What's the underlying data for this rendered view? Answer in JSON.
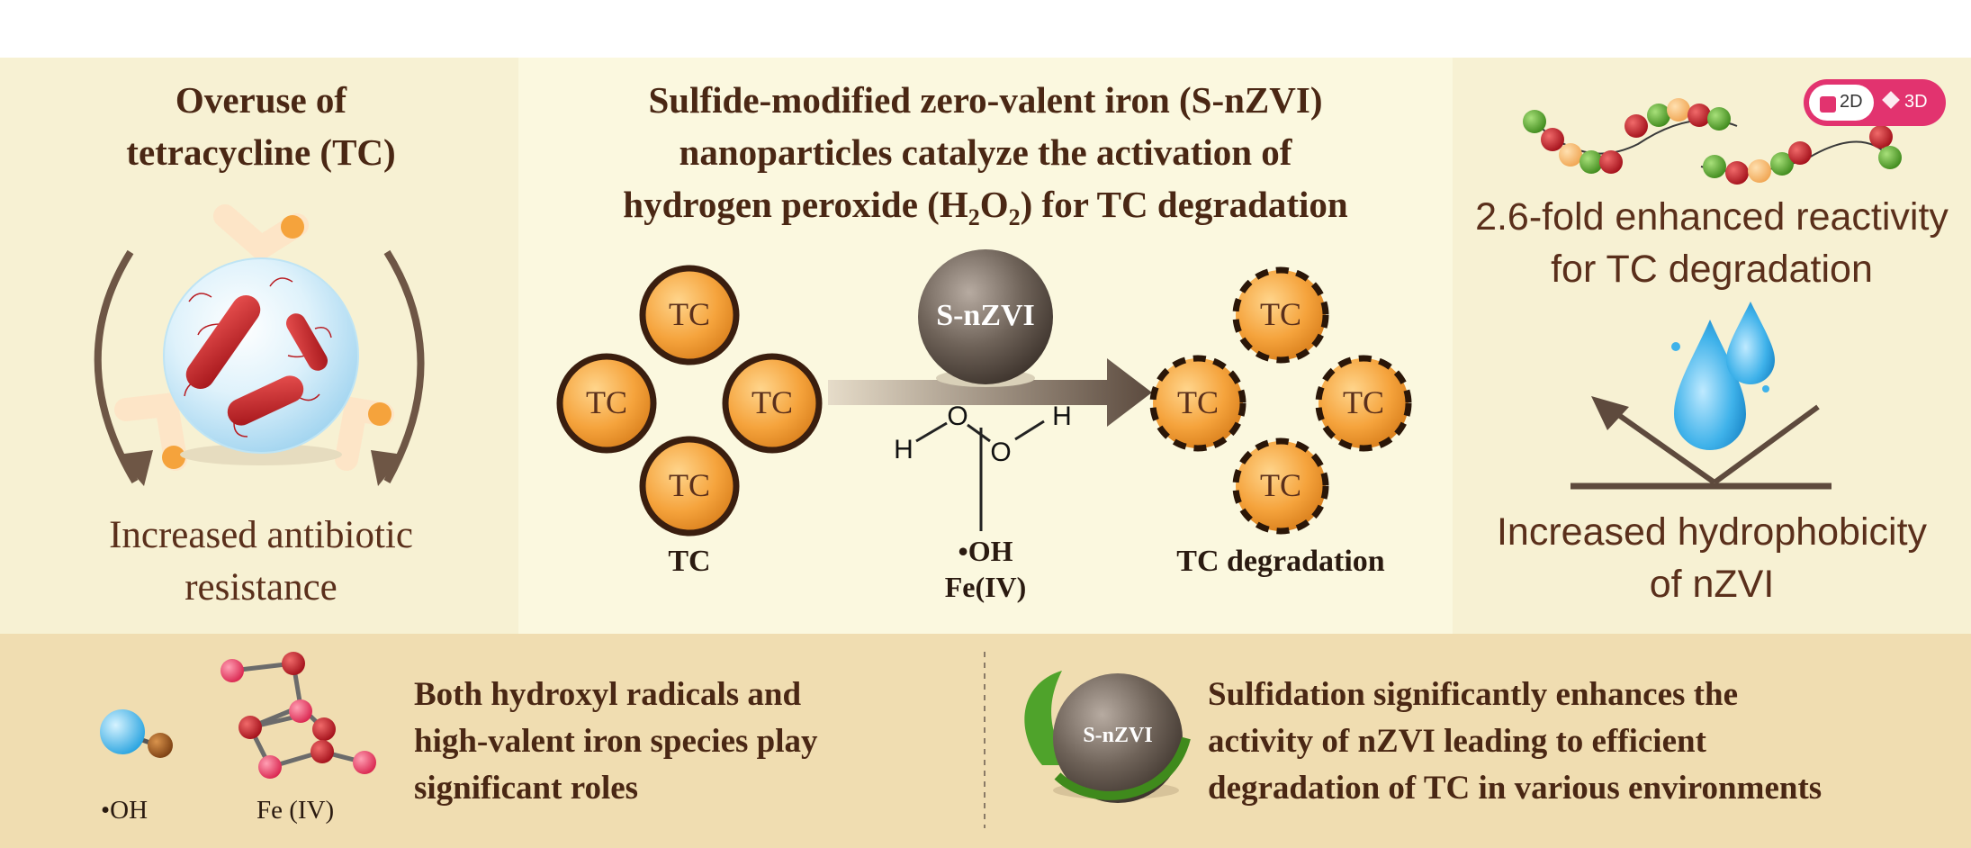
{
  "left_panel": {
    "title_line1": "Overuse of",
    "title_line2": "tetracycline (TC)",
    "caption_line1": "Increased antibiotic",
    "caption_line2": "resistance"
  },
  "middle_panel": {
    "title_line1": "Sulfide-modified zero-valent iron (S-nZVI)",
    "title_line2": "nanoparticles catalyze the activation of",
    "title_line3_pre": "hydrogen peroxide (H",
    "title_line3_sub1": "2",
    "title_line3_mid": "O",
    "title_line3_sub2": "2",
    "title_line3_post": ") for TC degradation",
    "tc_label": "TC",
    "tc_caption": "TC",
    "snzvi_label": "S-nZVI",
    "h2o2_atoms": {
      "h": "H",
      "o": "O"
    },
    "oh_label": "•OH",
    "fe_label": "Fe(IV)",
    "degradation_caption": "TC degradation"
  },
  "right_panel": {
    "toggle_2d": "2D",
    "toggle_3d": "3D",
    "caption1_line1": "2.6-fold enhanced reactivity",
    "caption1_line2": "for TC degradation",
    "caption2_line1": "Increased hydrophobicity",
    "caption2_line2": "of nZVI"
  },
  "bottom_panel": {
    "oh_label": "•OH",
    "fe_label": "Fe (IV)",
    "text_left_line1": "Both hydroxyl radicals and",
    "text_left_line2": "high-valent iron species play",
    "text_left_line3": "significant roles",
    "snzvi_label": "S-nZVI",
    "text_right_line1": "Sulfidation significantly enhances the",
    "text_right_line2": "activity of nZVI leading to efficient",
    "text_right_line3": "degradation of TC in various environments"
  },
  "colors": {
    "panel_light": "#fbf8df",
    "panel_side": "#f7f1d3",
    "panel_bottom": "#f0ddb1",
    "tc_orange": "#f5a33c",
    "snzvi_gray": "#6f6359",
    "text_brown": "#4a2714",
    "toggle_pink": "#e2336f"
  }
}
